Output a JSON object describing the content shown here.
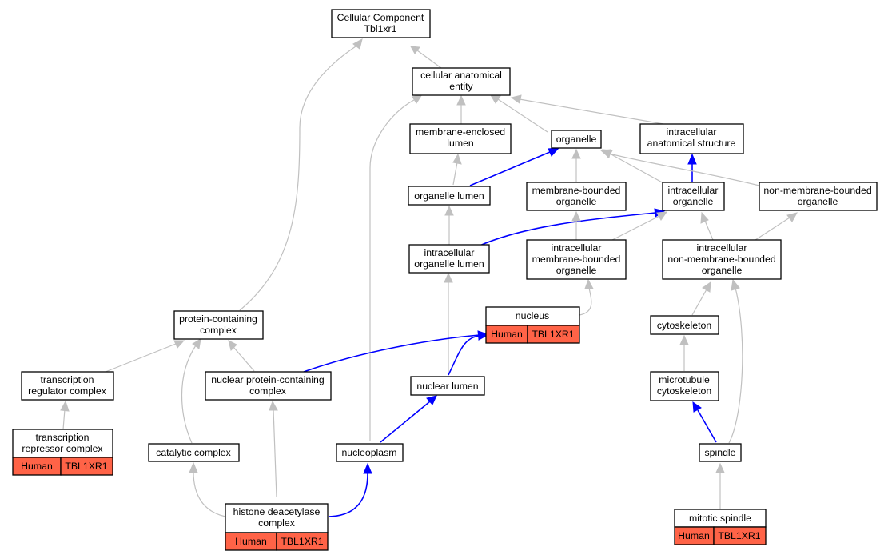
{
  "diagram": {
    "nodes": {
      "cellular_component": {
        "lines": [
          "Cellular Component",
          "Tbl1xr1"
        ]
      },
      "cellular_anatomical_entity": {
        "lines": [
          "cellular anatomical",
          "entity"
        ]
      },
      "membrane_enclosed_lumen": {
        "lines": [
          "membrane-enclosed",
          "lumen"
        ]
      },
      "organelle": {
        "lines": [
          "organelle"
        ]
      },
      "intracellular_anatomical_structure": {
        "lines": [
          "intracellular",
          "anatomical structure"
        ]
      },
      "organelle_lumen": {
        "lines": [
          "organelle lumen"
        ]
      },
      "membrane_bounded_organelle": {
        "lines": [
          "membrane-bounded",
          "organelle"
        ]
      },
      "intracellular_organelle": {
        "lines": [
          "intracellular",
          "organelle"
        ]
      },
      "non_membrane_bounded_organelle": {
        "lines": [
          "non-membrane-bounded",
          "organelle"
        ]
      },
      "intracellular_organelle_lumen": {
        "lines": [
          "intracellular",
          "organelle lumen"
        ]
      },
      "intracellular_membrane_bounded_organelle": {
        "lines": [
          "intracellular",
          "membrane-bounded",
          "organelle"
        ]
      },
      "intracellular_non_membrane_bounded_organelle": {
        "lines": [
          "intracellular",
          "non-membrane-bounded",
          "organelle"
        ]
      },
      "nucleus": {
        "lines": [
          "nucleus"
        ],
        "annotation": {
          "species": "Human",
          "gene": "TBL1XR1"
        }
      },
      "protein_containing_complex": {
        "lines": [
          "protein-containing",
          "complex"
        ]
      },
      "cytoskeleton": {
        "lines": [
          "cytoskeleton"
        ]
      },
      "transcription_regulator_complex": {
        "lines": [
          "transcription",
          "regulator complex"
        ]
      },
      "nuclear_protein_containing_complex": {
        "lines": [
          "nuclear protein-containing",
          "complex"
        ]
      },
      "nuclear_lumen": {
        "lines": [
          "nuclear lumen"
        ]
      },
      "microtubule_cytoskeleton": {
        "lines": [
          "microtubule",
          "cytoskeleton"
        ]
      },
      "transcription_repressor_complex": {
        "lines": [
          "transcription",
          "repressor complex"
        ],
        "annotation": {
          "species": "Human",
          "gene": "TBL1XR1"
        }
      },
      "catalytic_complex": {
        "lines": [
          "catalytic complex"
        ]
      },
      "nucleoplasm": {
        "lines": [
          "nucleoplasm"
        ]
      },
      "spindle": {
        "lines": [
          "spindle"
        ]
      },
      "histone_deacetylase_complex": {
        "lines": [
          "histone deacetylase",
          "complex"
        ],
        "annotation": {
          "species": "Human",
          "gene": "TBL1XR1"
        }
      },
      "mitotic_spindle": {
        "lines": [
          "mitotic spindle"
        ],
        "annotation": {
          "species": "Human",
          "gene": "TBL1XR1"
        }
      }
    },
    "edge_colors": {
      "is_a": "#c0c0c0",
      "part_of": "#0000ff"
    },
    "annotation_color": "#ff6347"
  }
}
